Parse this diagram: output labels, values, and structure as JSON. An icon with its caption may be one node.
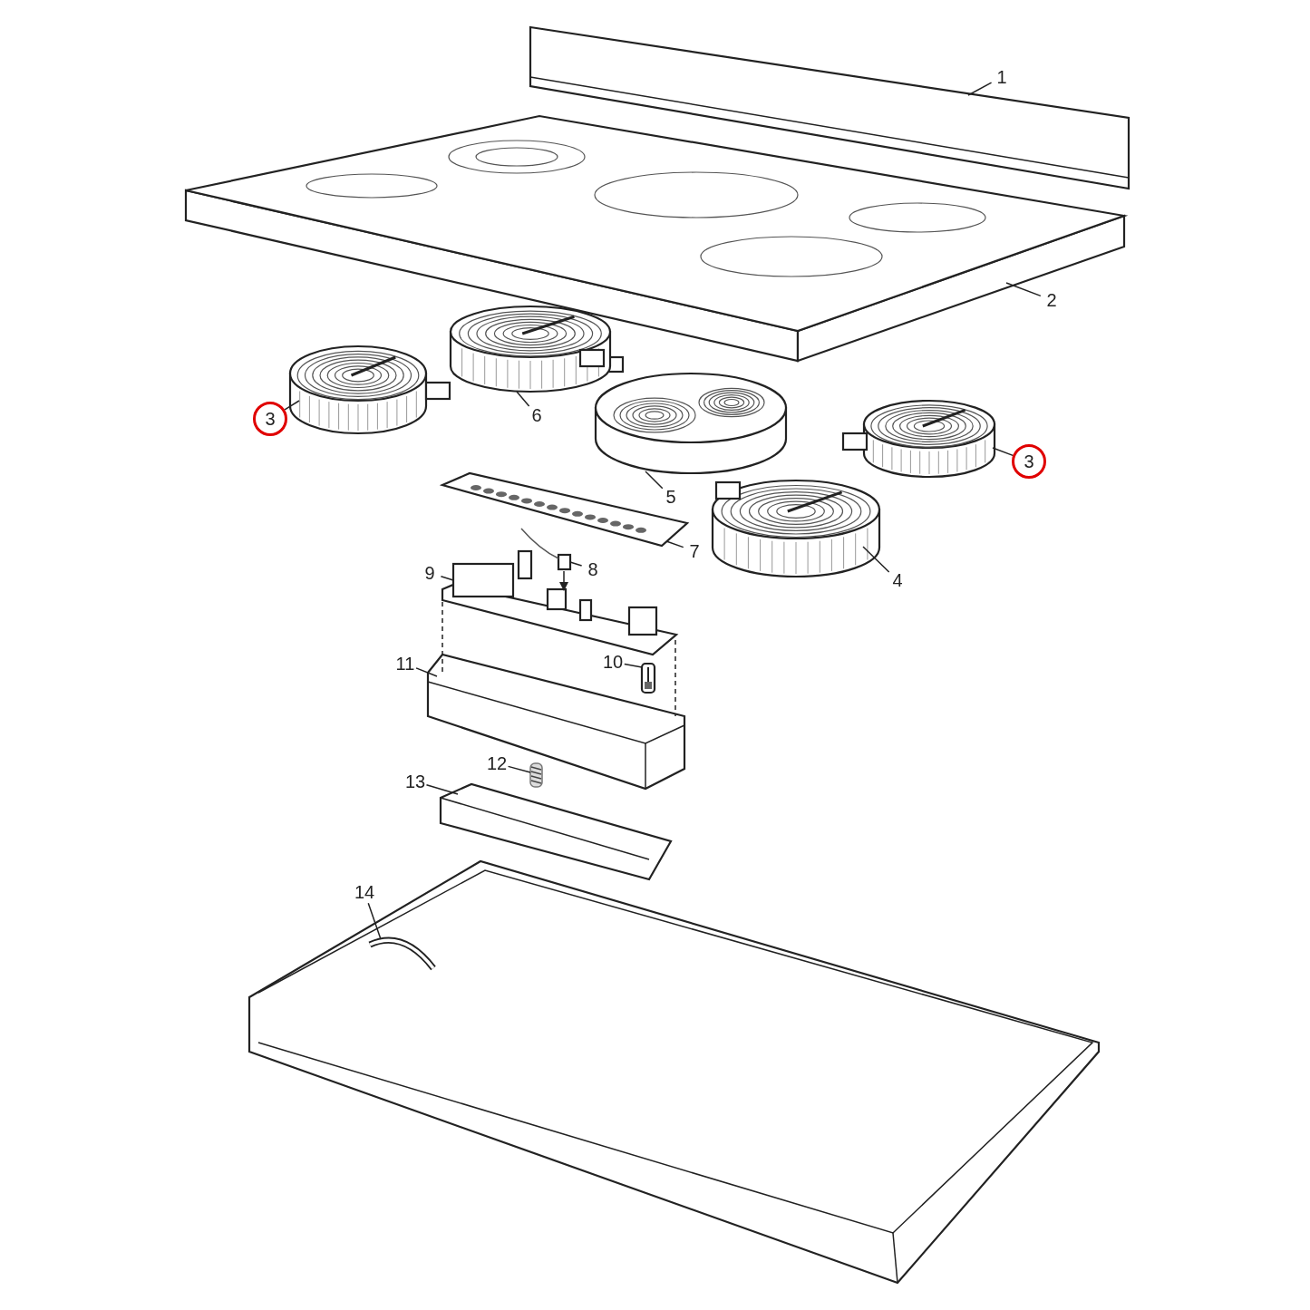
{
  "diagram": {
    "nodes": [
      {
        "text": [
          "1"
        ]
      },
      {
        "text": [],
        "shape": "picture"
      },
      {
        "text": [
          "2"
        ]
      },
      {
        "text": [],
        "shape": "picture"
      },
      {
        "text": [
          "3"
        ]
      },
      {
        "text": [],
        "shape": "picture"
      },
      {
        "text": [
          "6"
        ]
      },
      {
        "text": [],
        "shape": "picture"
      },
      {
        "text": [
          "5"
        ]
      },
      {
        "text": [],
        "shape": "picture"
      },
      {
        "text": [
          "3"
        ]
      },
      {
        "text": [],
        "shape": "picture"
      },
      {
        "text": [
          "4"
        ]
      },
      {
        "text": [],
        "shape": "picture"
      },
      {
        "text": [
          "7"
        ]
      },
      {
        "text": [],
        "shape": "picture"
      },
      {
        "text": [
          "8"
        ]
      },
      {
        "text": [],
        "shape": "picture"
      },
      {
        "text": [
          "9"
        ]
      },
      {
        "text": [],
        "shape": "picture"
      },
      {
        "text": [
          "10"
        ]
      },
      {
        "text": [],
        "shape": "picture"
      },
      {
        "text": [
          "11"
        ]
      },
      {
        "text": [],
        "shape": "picture"
      },
      {
        "text": [
          "12"
        ]
      },
      {
        "text": [],
        "shape": "picture"
      },
      {
        "text": [
          "13"
        ]
      },
      {
        "text": [],
        "shape": "picture"
      },
      {
        "text": [
          "14"
        ]
      },
      {
        "text": [],
        "shape": "picture"
      }
    ],
    "edges": [
      {
        "from": 0,
        "to": 1,
        "arrow": "none"
      },
      {
        "from": 2,
        "to": 3,
        "arrow": "none"
      },
      {
        "from": 4,
        "to": 5,
        "arrow": "none"
      },
      {
        "from": 6,
        "to": 7,
        "arrow": "none"
      },
      {
        "from": 8,
        "to": 9,
        "arrow": "none"
      },
      {
        "from": 10,
        "to": 11,
        "arrow": "none"
      },
      {
        "from": 12,
        "to": 13,
        "arrow": "none"
      },
      {
        "from": 14,
        "to": 15,
        "arrow": "none"
      },
      {
        "from": 16,
        "to": 17,
        "arrow": "none"
      },
      {
        "from": 18,
        "to": 19,
        "arrow": "none"
      },
      {
        "from": 20,
        "to": 21,
        "arrow": "none"
      },
      {
        "from": 22,
        "to": 23,
        "arrow": "none"
      },
      {
        "from": 24,
        "to": 25,
        "arrow": "none"
      },
      {
        "from": 26,
        "to": 27,
        "arrow": "none"
      },
      {
        "from": 28,
        "to": 29,
        "arrow": "none"
      },
      {
        "from": 17,
        "to": 19,
        "arrow": "to"
      },
      {
        "from": 19,
        "to": 23,
        "arrow": "none",
        "style": "dashed"
      },
      {
        "from": 19,
        "to": 23,
        "arrow": "none",
        "style": "dashed"
      }
    ]
  }
}
